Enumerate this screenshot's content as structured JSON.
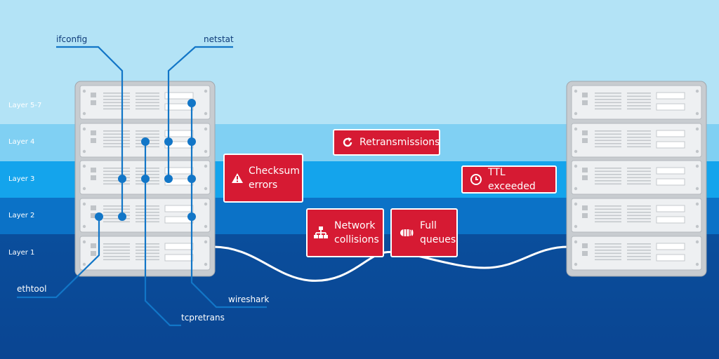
{
  "colors": {
    "sky": "#b3e3f6",
    "layer4": "#80d0f3",
    "layer3": "#14a4ec",
    "layer2": "#0b72c7",
    "layer1": "#0a4e9c",
    "deep": "#0a4592",
    "alert": "#d61a33",
    "tool_line": "#1276c7"
  },
  "layers": [
    {
      "label": "Layer 5-7"
    },
    {
      "label": "Layer 4"
    },
    {
      "label": "Layer 3"
    },
    {
      "label": "Layer 2"
    },
    {
      "label": "Layer 1"
    }
  ],
  "tools": {
    "ifconfig": "ifconfig",
    "netstat": "netstat",
    "ethtool": "ethtool",
    "tcpretrans": "tcpretrans",
    "wireshark": "wireshark"
  },
  "errors": {
    "checksum": {
      "text": "Checksum\nerrors",
      "icon": "warning-icon"
    },
    "retrans": {
      "text": "Retransmissions",
      "icon": "refresh-icon"
    },
    "ttl": {
      "text": "TTL exceeded",
      "icon": "clock-icon"
    },
    "collisions": {
      "text": "Network\ncollisions",
      "icon": "network-icon"
    },
    "queues": {
      "text": "Full\nqueues",
      "icon": "queue-icon"
    }
  }
}
